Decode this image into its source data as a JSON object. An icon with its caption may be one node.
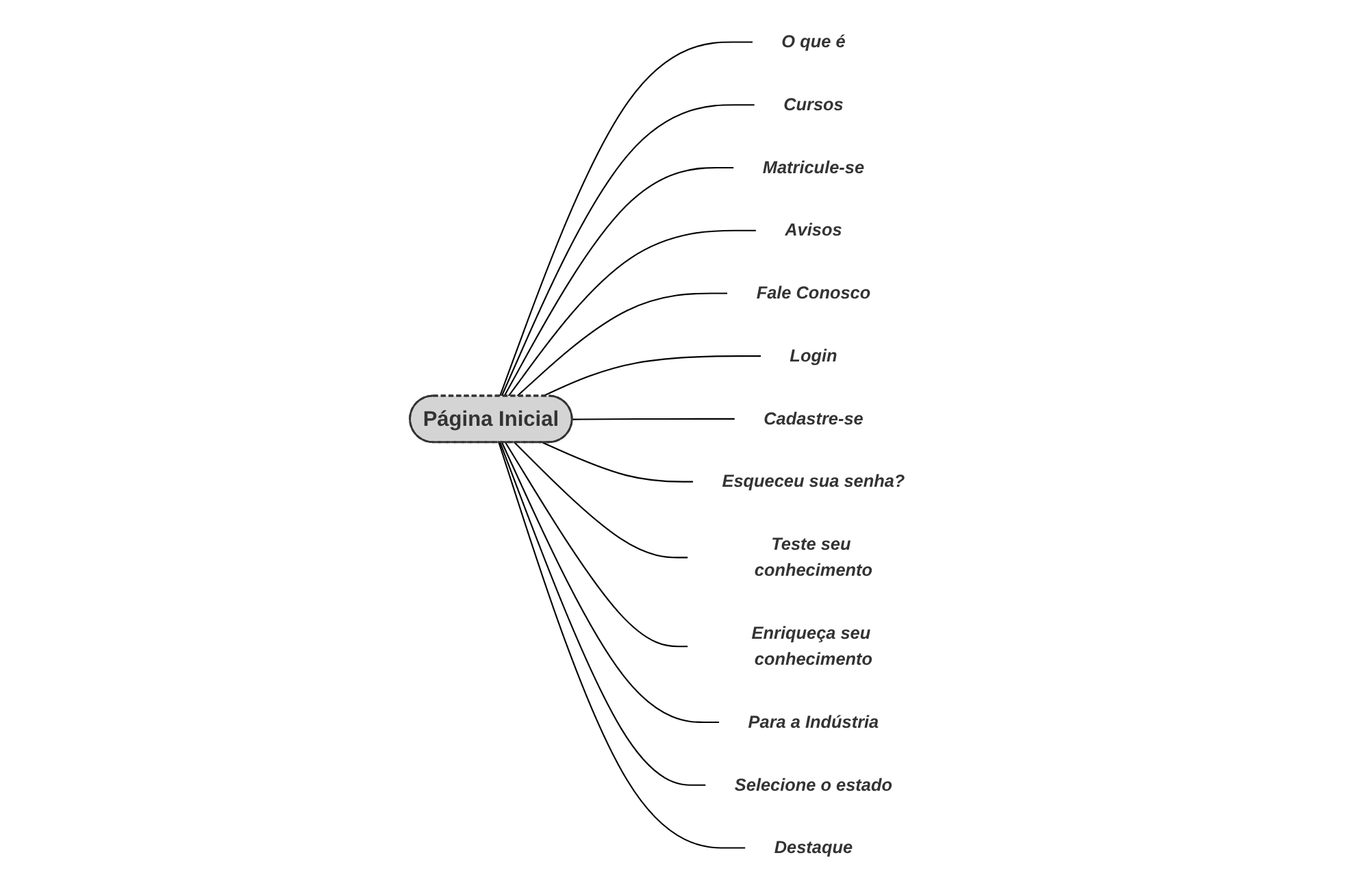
{
  "diagram": {
    "nodes": [
      {
        "text": [
          "Página Inicial"
        ]
      },
      {
        "text": [
          "O que é"
        ]
      },
      {
        "text": [
          "Cursos"
        ]
      },
      {
        "text": [
          "Matricule-se"
        ]
      },
      {
        "text": [
          "Avisos"
        ]
      },
      {
        "text": [
          "Fale Conosco"
        ]
      },
      {
        "text": [
          "Login"
        ]
      },
      {
        "text": [
          "Cadastre-se"
        ]
      },
      {
        "text": [
          "Esqueceu sua senha?"
        ]
      },
      {
        "text": [
          "Teste seu conhecimento"
        ]
      },
      {
        "text": [
          "Enriqueça seu conhecimento"
        ]
      },
      {
        "text": [
          "Para a Indústria"
        ]
      },
      {
        "text": [
          "Selecione o estado"
        ]
      },
      {
        "text": [
          "Destaque"
        ]
      }
    ],
    "edges": [
      {
        "from": 0,
        "to": 1,
        "arrow": "none"
      },
      {
        "from": 0,
        "to": 2,
        "arrow": "none"
      },
      {
        "from": 0,
        "to": 3,
        "arrow": "none"
      },
      {
        "from": 0,
        "to": 4,
        "arrow": "none"
      },
      {
        "from": 0,
        "to": 5,
        "arrow": "none"
      },
      {
        "from": 0,
        "to": 6,
        "arrow": "none"
      },
      {
        "from": 0,
        "to": 7,
        "arrow": "none"
      },
      {
        "from": 0,
        "to": 8,
        "arrow": "none"
      },
      {
        "from": 0,
        "to": 9,
        "arrow": "none"
      },
      {
        "from": 0,
        "to": 10,
        "arrow": "none"
      },
      {
        "from": 0,
        "to": 11,
        "arrow": "none"
      },
      {
        "from": 0,
        "to": 12,
        "arrow": "none"
      },
      {
        "from": 0,
        "to": 13,
        "arrow": "none"
      }
    ]
  }
}
